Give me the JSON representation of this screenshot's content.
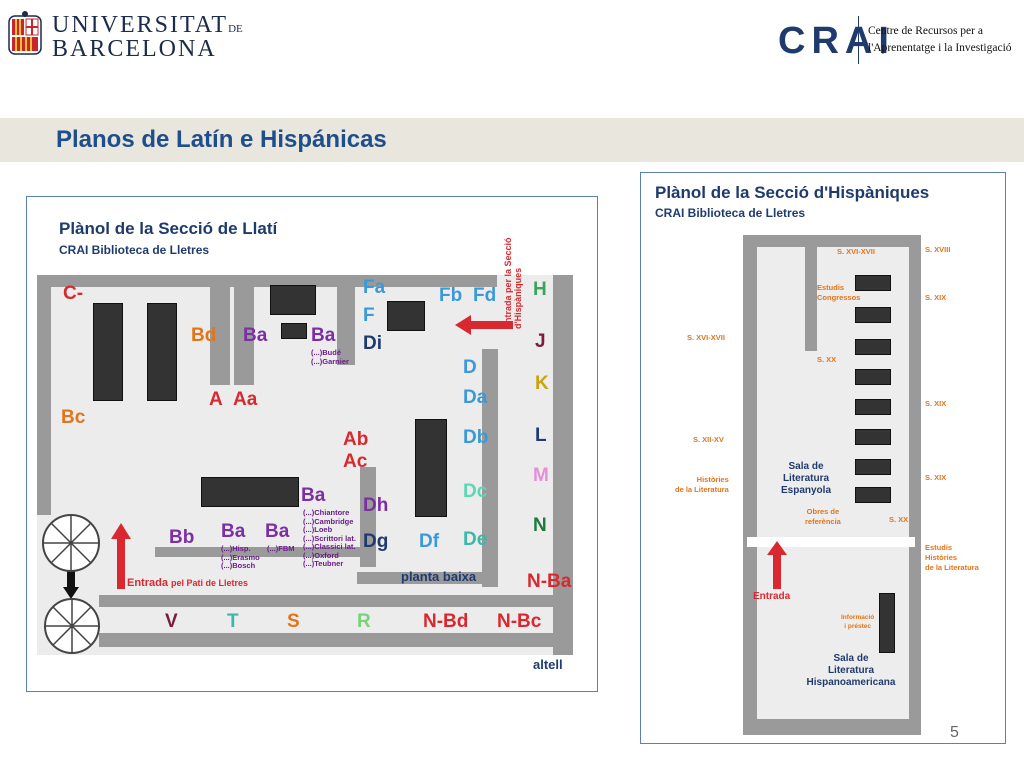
{
  "header": {
    "ub_line1": "UNIVERSITAT",
    "ub_line1_suffix": "DE",
    "ub_line2": "BARCELONA",
    "crai_logo": "CRAI",
    "crai_sub1": "Centre de Recursos per a",
    "crai_sub2": "l'Aprenentatge i la Investigació"
  },
  "banner": {
    "title": "Planos de Latín e Hispánicas"
  },
  "latin_map": {
    "title": "Plànol de la Secció de Llatí",
    "subtitle": "CRAI Biblioteca de Lletres",
    "entrance_hisp": "Entrada per la Secció d'Hispàniques",
    "entrance_patio_bold": "Entrada",
    "entrance_patio_rest": "pel Pati de Lletres",
    "planta_baixa": "planta baixa",
    "altell": "altell",
    "labels": {
      "c_minus": "C-",
      "bc": "Bc",
      "bd": "Bd",
      "ba1": "Ba",
      "ba2": "Ba",
      "a": "A",
      "aa": "Aa",
      "fa": "Fa",
      "f": "F",
      "di": "Di",
      "fb": "Fb",
      "fd": "Fd",
      "h": "H",
      "j": "J",
      "k": "K",
      "l": "L",
      "m": "M",
      "n": "N",
      "nba": "N-Ba",
      "d": "D",
      "da": "Da",
      "db": "Db",
      "dc": "Dc",
      "de": "De",
      "df": "Df",
      "dh": "Dh",
      "dg": "Dg",
      "ab": "Ab",
      "ac": "Ac",
      "ba3": "Ba",
      "bb": "Bb",
      "ba4": "Ba",
      "ba5": "Ba",
      "v": "V",
      "t": "T",
      "s": "S",
      "r": "R",
      "nbd": "N-Bd",
      "nbc": "N-Bc"
    },
    "small_notes": {
      "ba2_notes": [
        "(...)Budé",
        "(...)Garnier"
      ],
      "ba3_notes": [
        "(...)Chiantore",
        "(...)Cambridge",
        "(...)Loeb",
        "(...)Scrittori lat.",
        "(...)Classici lat.",
        "(...)Oxford",
        "(...)Teubner"
      ],
      "ba4_notes": [
        "(...)Hisp.",
        "(...)Erasmo",
        "(...)Bosch"
      ],
      "ba5_notes": [
        "(...)FBM"
      ]
    }
  },
  "hisp_map": {
    "title": "Plànol de la Secció d'Hispàniques",
    "subtitle": "CRAI Biblioteca de Lletres",
    "labels": {
      "s_xvi_xvii_top": "S. XVI-XVII",
      "s_xviii": "S. XVIII",
      "estudis_congressos": [
        "Estudis",
        "Congressos"
      ],
      "s_xix_1": "S. XIX",
      "s_xvi_xvii_left": "S. XVI-XVII",
      "s_xx_center": "S. XX",
      "s_xix_2": "S. XIX",
      "s_xii_xv": "S. XII-XV",
      "histories_left": [
        "Històries",
        "de la Literatura"
      ],
      "s_xix_3": "S. XIX",
      "obres_referencia": [
        "Obres de",
        "referència"
      ],
      "s_xx_right": "S. XX",
      "estudis_histories": [
        "Estudis",
        "Històries",
        "de la Literatura"
      ],
      "informacio": [
        "Informació",
        "i préstec"
      ]
    },
    "sala_espanyola": [
      "Sala de",
      "Literatura",
      "Espanyola"
    ],
    "entrada": "Entrada",
    "sala_hispano": [
      "Sala de",
      "Literatura",
      "Hispanoamericana"
    ]
  },
  "page_number": "5",
  "colors": {
    "brand_blue": "#1f3b6e",
    "title_blue": "#1f4e8c",
    "red": "#d9282f",
    "purple": "#7b2fa3",
    "orange": "#e3741a",
    "light_blue": "#3a9ad9",
    "green": "#3aa55a"
  }
}
